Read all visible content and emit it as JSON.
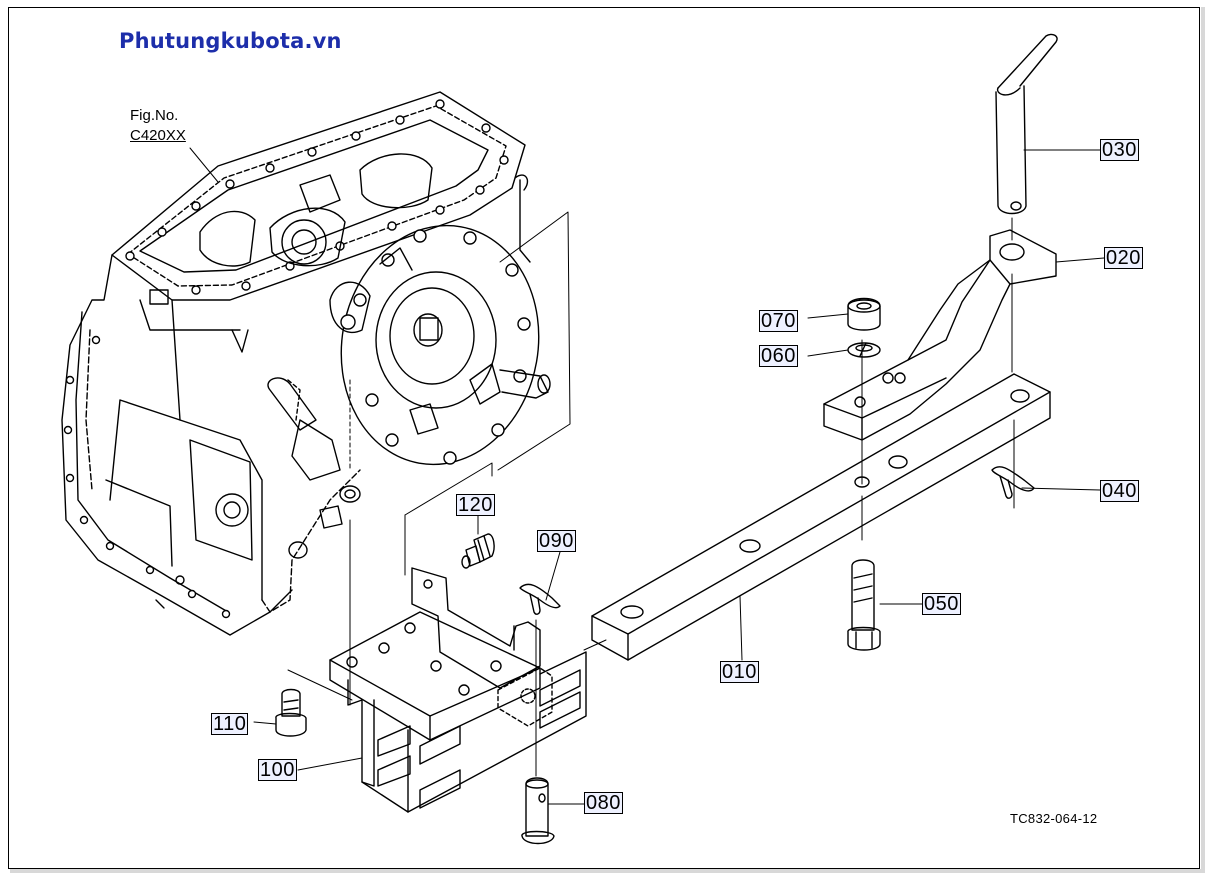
{
  "site_title": "Phutungkubota.vn",
  "figure": {
    "label": "Fig.No.",
    "code": "C420XX"
  },
  "drawing_code": "TC832-064-12",
  "callouts": [
    "030",
    "020",
    "070",
    "060",
    "040",
    "120",
    "090",
    "050",
    "010",
    "110",
    "100",
    "080"
  ]
}
